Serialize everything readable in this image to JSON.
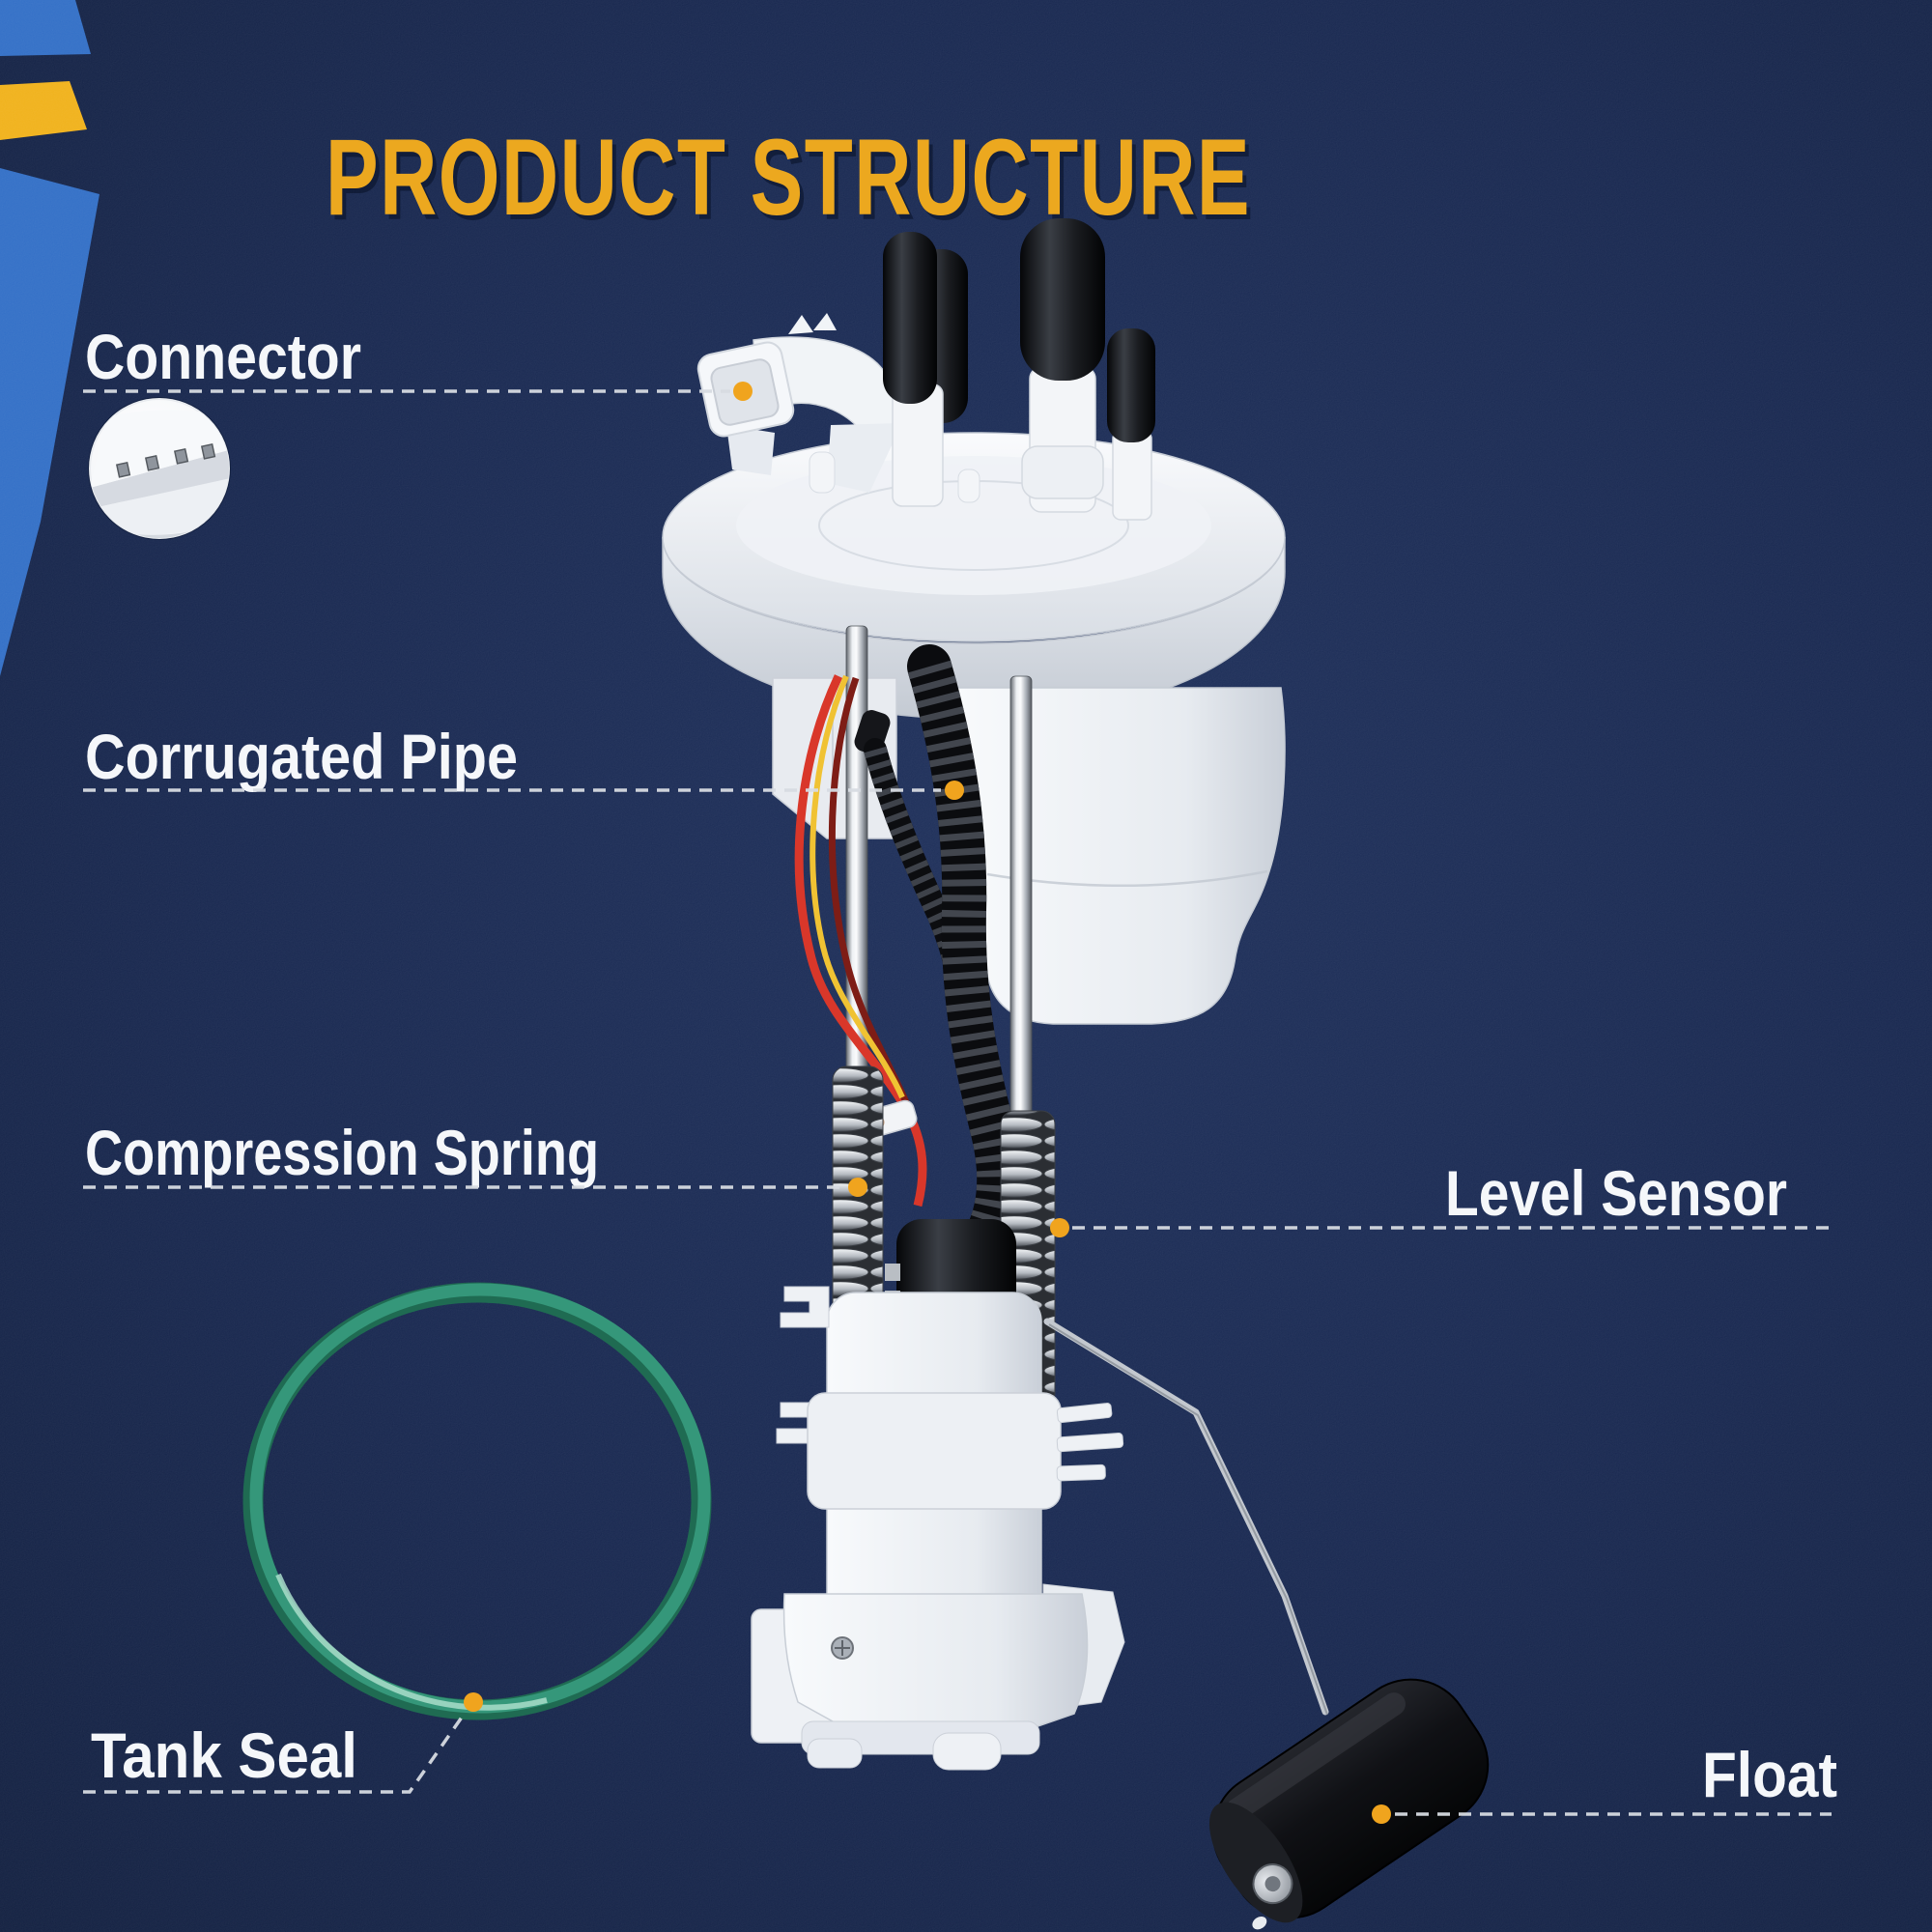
{
  "title": "PRODUCT STRUCTURE",
  "labels": {
    "connector": "Connector",
    "corrugated_pipe": "Corrugated Pipe",
    "compression_spring": "Compression Spring",
    "tank_seal": "Tank Seal",
    "level_sensor": "Level Sensor",
    "float": "Float"
  },
  "colors": {
    "background_navy": "#12224A",
    "title_gold": "#ECA81F",
    "stripe_blue": "#2E6CC5",
    "stripe_yellow": "#F0B016",
    "callout_dot_orange": "#F0A41E",
    "leader_dash_gray": "#D7DBE1",
    "label_white": "#F5F7FA",
    "seal_green": "#35977A"
  },
  "icons": {
    "callout_dot": "orange circular part marker",
    "connector_inset": "magnified view of 4-pin connector"
  }
}
